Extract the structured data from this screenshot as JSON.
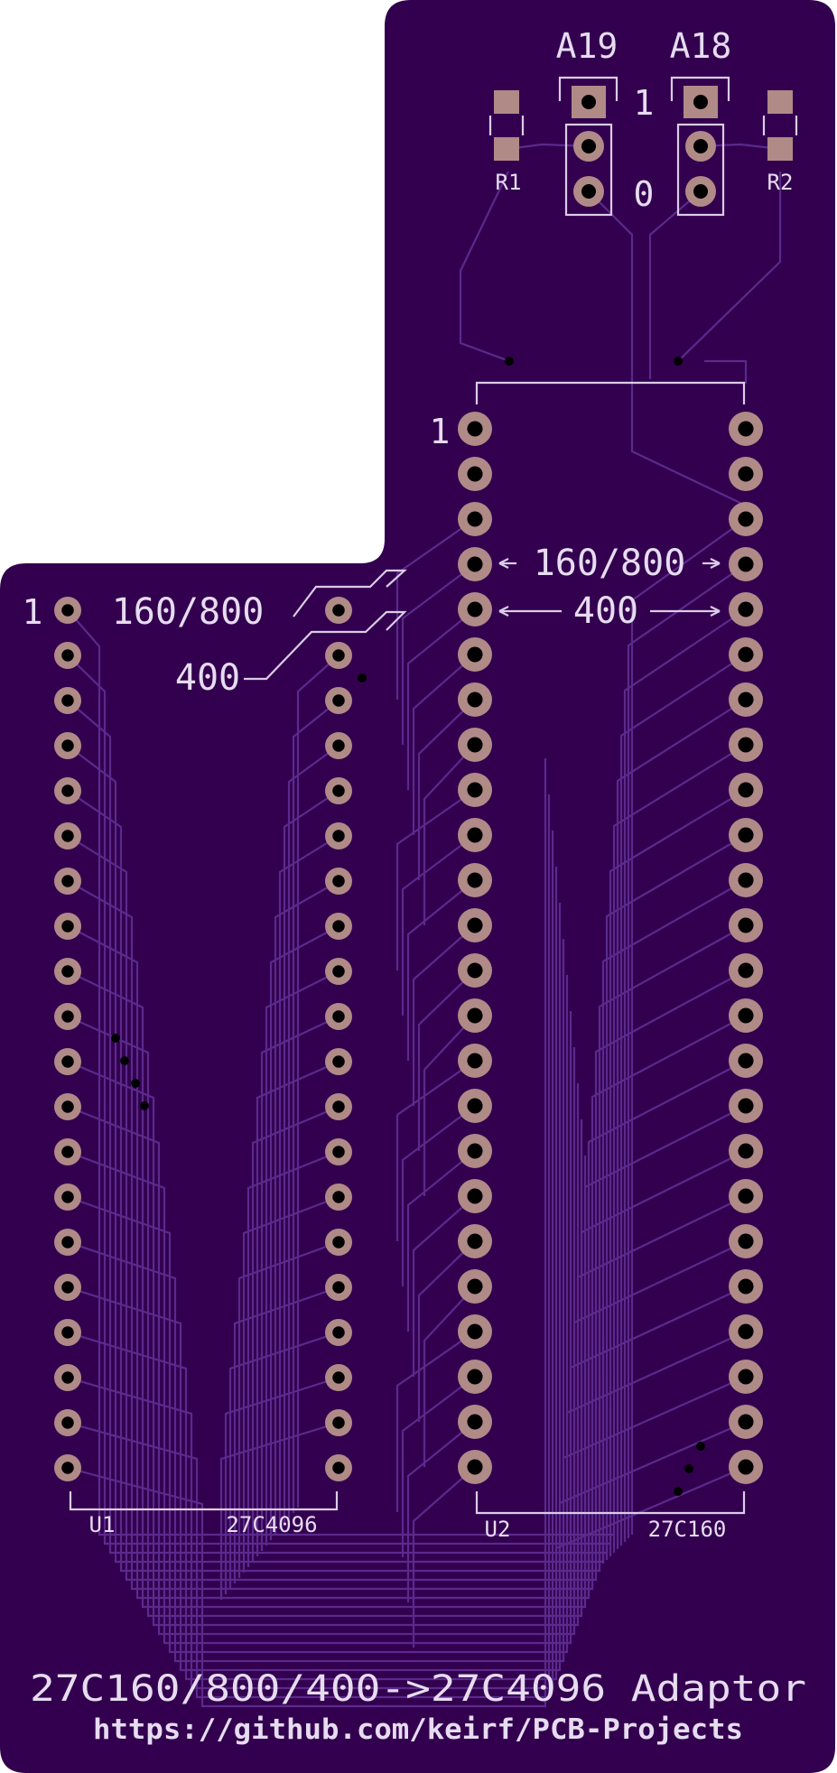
{
  "board": {
    "title": "27C160/800/400->27C4096 Adaptor",
    "url": "https://github.com/keirf/PCB-Projects",
    "colors": {
      "substrate": "#33004f",
      "silk": "#e6dcf0",
      "pad": "#b08a86",
      "trace": "#5a2a8c",
      "background": "#ffffff"
    }
  },
  "jumpers": {
    "a19": {
      "label": "A19"
    },
    "a18": {
      "label": "A18"
    },
    "one_label": "1",
    "zero_label": "0"
  },
  "resistors": {
    "r1": {
      "label": "R1"
    },
    "r2": {
      "label": "R2"
    }
  },
  "u1": {
    "ref": "U1",
    "part": "27C4096",
    "pin1_label": "1",
    "pins_per_side": 20
  },
  "u2": {
    "ref": "U2",
    "part": "27C160",
    "pin1_label": "1",
    "pins_per_side": 24
  },
  "mode_labels": {
    "left_160_800": "160/800",
    "left_400": "400",
    "right_160_800": "160/800",
    "right_400": "400"
  }
}
